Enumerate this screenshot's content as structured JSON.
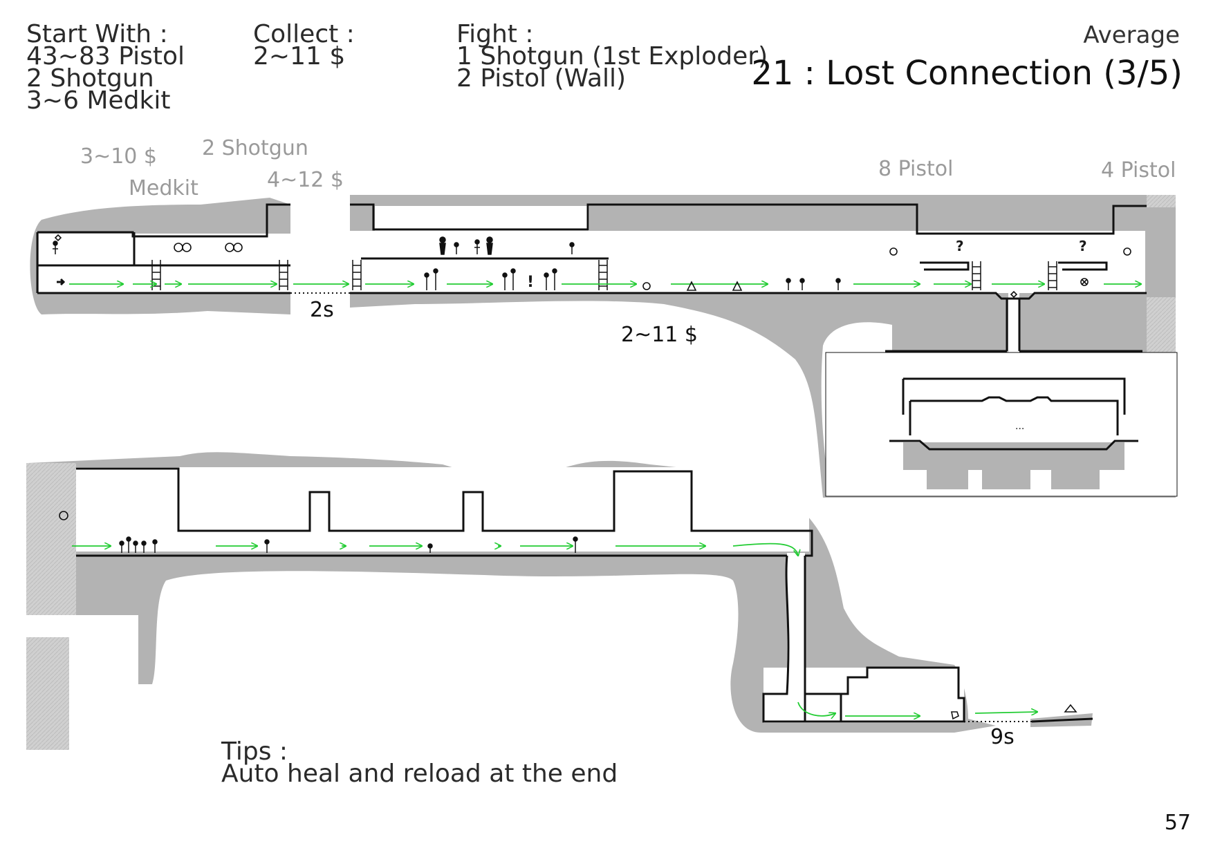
{
  "header": {
    "start_with": {
      "title": "Start With :",
      "lines": [
        "43~83 Pistol",
        "2 Shotgun",
        "3~6 Medkit"
      ]
    },
    "collect": {
      "title": "Collect :",
      "lines": [
        "2~11 $"
      ]
    },
    "fight": {
      "title": "Fight :",
      "lines": [
        "1 Shotgun (1st Exploder)",
        "2 Pistol (Wall)"
      ]
    },
    "difficulty": "Average",
    "level_title": "21 : Lost Connection (3/5)"
  },
  "map_labels": {
    "money_a": "3~10 $",
    "shotgun_a": "2 Shotgun",
    "medkit_a": "Medkit",
    "money_b": "4~12 $",
    "pistol_a": "8 Pistol",
    "pistol_b": "4 Pistol",
    "time_a": "2s",
    "money_c": "2~11 $",
    "time_b": "9s",
    "question_a": "?",
    "question_b": "?",
    "alert": "!",
    "ellipsis": "..."
  },
  "tips": {
    "title": "Tips :",
    "text": "Auto heal and reload at the end"
  },
  "page_number": "57",
  "colors": {
    "rock": "#b3b3b3",
    "route": "#22cc33",
    "wall": "#111111"
  }
}
